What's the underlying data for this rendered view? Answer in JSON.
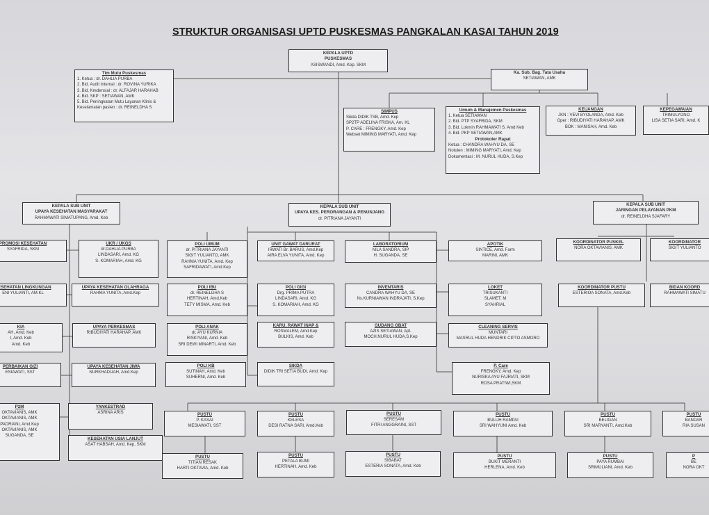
{
  "title": "STRUKTUR ORGANISASI UPTD PUSKESMAS PANGKALAN KASAI TAHUN 2019",
  "kepala": {
    "line1": "KEPALA UPTD",
    "line2": "PUSKESMAS",
    "name": "ASISWANDI, Amd. Kep. SKM"
  },
  "tim_mutu": {
    "header": "Tim Mutu Puskesmas",
    "rows": [
      "1. Ketua          : dr. DAHLIA PURBA",
      "2. Bid. Audit Internal : dr. ROVINA YURIKA",
      "3. Bid. Kredensial    : dr. ALFAJAR HARAHAB",
      "4. Bid. SKP        : SETIAWAN, AMK",
      "5. Bid. Peningkatan Mutu Layanan Klinis &",
      "Keselamatan pasien : dr. REINELDHA S"
    ]
  },
  "tata_usaha": {
    "header": "Ka. Sub. Bag. Tata Usaha",
    "name": "SETIAWAN, AMK"
  },
  "simpus": {
    "header": "SIMPUS",
    "rows": [
      "Sikda      DIDIK TSB, Amd. Kep",
      "SP2TP      ADELINA FRISKA, Am. KL",
      "P. CARE : FRENGKY, Amd. Kep",
      "Webset    MIMING MARYATI, Amd. Kep"
    ]
  },
  "umum": {
    "header": "Umum & Manajemen Puskesmas",
    "rows": [
      "1. Ketua       SETIAWAN",
      "2. Bid. PTP     SYAFRIDA, SKM",
      "3. Bid. Lokmin   RAHMAWATI S. Amd Keb",
      "4. Bid. PKP     SETIAWAN,AMK"
    ],
    "sub": "Protokoler Rapat",
    "rows2": [
      "Ketua : CHANDRA WAHYU DA, SE",
      "Notulen : MIMING MARYATI, Amd. Kep",
      "Dokumentasi : M. NURUL HUDA, S.Kep"
    ]
  },
  "keuangan": {
    "header": "KEUANGAN",
    "rows": [
      "JKN : VEVI BYOLANDA, Amd. Keb",
      "Oper : RIBUDIYATI HARAHAP, AMK",
      "BOK : MANISAH, Amd. Keb"
    ]
  },
  "kepegawaian": {
    "header": "KEPEGAWAIAN",
    "rows": [
      "TRIMULYONO",
      "LISA SETIA SARI, Amd. K"
    ]
  },
  "ukm": {
    "header": "KEPALA SUB UNIT",
    "header2": "UPAYA KESEHATAN MASYARAKAT",
    "name": "RAHMAWATI SIMATUPANG, Amd. Keb"
  },
  "ukp": {
    "header": "KEPALA SUB UNIT",
    "header2": "UPAYA KES. PERORANGAN & PENUNJANG",
    "name": "dr. PITRIANA JAYANTI"
  },
  "jaringan": {
    "header": "KEPALA SUB UNIT",
    "header2": "JARINGAN PELAYANAN PKM",
    "name": "dr. REINELDHA SJAFARY"
  },
  "left_col": [
    {
      "h": "PROMOSI KESEHATAN",
      "rows": [
        "SYAFRIDA, SKM"
      ]
    },
    {
      "h": "KESEHATAN LINGKUNGAN",
      "rows": [
        "ENI YULIANTI, AM.KL"
      ]
    },
    {
      "h": "KIA",
      "rows": [
        "AH, Amd. Keb",
        "I, Amd. Keb",
        "Amd. Keb"
      ]
    },
    {
      "h": "PERBAIKAN GIZI",
      "rows": [
        "ESIAWATI, SST"
      ]
    },
    {
      "h": "P2M",
      "rows": [
        "OKTAVIANIS, AMK",
        "OKTAVIANIS, AMK",
        "PADRIANI, Amd.Kep",
        "OKTAVIANIS, AMK",
        "SUGANDA, SE"
      ]
    }
  ],
  "ukm_col": [
    {
      "h": "UKR / UKGS",
      "rows": [
        "dr.DAHLIA PURBA",
        "LINDASARI, Amd. KG",
        "S. KOMARIAH, Amd. KG"
      ]
    },
    {
      "h": "UPAYA KESEHATAN OLAHRAGA",
      "rows": [
        "RAHMA YUNITA ,Amd.Kep"
      ]
    },
    {
      "h": "UPAYA PERKESMAS",
      "rows": [
        "RIBUDIYATI HARAHAP, AMK"
      ]
    },
    {
      "h": "UPAYA KESEHATAN JIWA",
      "rows": [
        "NURKHADIJAH, Amd.Kep"
      ]
    },
    {
      "h": "YANKESTRAD",
      "rows": [
        "ASRINA ARIS"
      ]
    },
    {
      "h": "KESEHATAN USIA LANJUT",
      "rows": [
        "ASAT HABSAH, Amd. Kep, SKM"
      ]
    }
  ],
  "poli_col": [
    {
      "h": "POLI UMUM",
      "rows": [
        "dr. PITRIANA JAYANTI",
        "SIGIT YULIANTO, AMK",
        "RAHMA YUNITA, Amd. Kep",
        "SAFRIDAWATI, Amd.Kep"
      ]
    },
    {
      "h": "POLI IBU",
      "rows": [
        "dr. REINELDHA S",
        "HERTINAH, Amd.Keb",
        "TETY MISMA, Amd. Keb"
      ]
    },
    {
      "h": "POLI ANAK",
      "rows": [
        "dr. AYU KURNIA",
        "RISKIYANI, Amd. Keb",
        "SRI DEWI MINARTI, Amd. Keb"
      ]
    },
    {
      "h": "POLI KB",
      "rows": [
        "SUTINAH, Amd. Keb",
        "SUHERNI, Amd. Keb"
      ]
    }
  ],
  "ugd_col": [
    {
      "h": "UNIT GAWAT DARURAT",
      "rows": [
        "IRWATI Br. BARUS, Amd.Kep",
        "AIRA ELVA YUNITA, Amd. Kep"
      ]
    },
    {
      "h": "POLI GIGI",
      "rows": [
        "Drg. PRIMA PUTRA",
        "LINDASARI, Amd. KG",
        "S. KOMARIAH, Amd. KG"
      ]
    },
    {
      "h": "KARU. RAWAT INAP &",
      "rows": [
        "ROSMALEM, Amd.Kep",
        "BULKIS, Amd. Keb"
      ]
    },
    {
      "h": "SIKDA",
      "rows": [
        "DIDIK TRI SETIA BUDI, Amd. Kep"
      ]
    }
  ],
  "lab_col": [
    {
      "h": "LABORATORIUM",
      "rows": [
        "NILA SANDRA, SIP",
        "H. SUGANDA, SE"
      ]
    },
    {
      "h": "INVENTARIS",
      "rows": [
        "CANDRA WAHYU DA, SE",
        "Ns.KURNIAWAN INDRAJATI, S.Kep"
      ]
    },
    {
      "h": "GUDANG OBAT",
      "rows": [
        "AZIS SETIAWAN, Apt.",
        "MOCH.NURUL HUDA,S.Kep"
      ]
    }
  ],
  "apotik_col": [
    {
      "h": "APOTIK",
      "rows": [
        "SINTICE, Amd. Farm",
        "MARINI, AMK"
      ]
    },
    {
      "h": "LOKET",
      "rows": [
        "TRISUKANTI",
        "SLAMET. M",
        "SYAHRIAL"
      ]
    },
    {
      "h": "CLEANING SERVIS",
      "rows": [
        "MUNTARI",
        "MASRUL HUDA HENDRIK CIPTO ASMORO"
      ]
    },
    {
      "h": "P. Care",
      "rows": [
        "FRENGKY, Amd. Kep",
        "NURISKA AYU FAJRIATI, SKM",
        "ROSA PRATIWI,SKM"
      ]
    }
  ],
  "koord": [
    {
      "h": "KOORDINATOR PUSKEL",
      "rows": [
        "NORA OKTAVIANIS, AMK"
      ]
    },
    {
      "h": "KOORDINATOR",
      "rows": [
        "SIGIT YULIANTO"
      ]
    },
    {
      "h": "KOORDINATOR PUSTU",
      "rows": [
        "ESTERIOA SONATA, Amd.Keb"
      ]
    },
    {
      "h": "BIDAN KOORD",
      "rows": [
        "RAHMAWATI SIMATU"
      ]
    }
  ],
  "pustu_row1": [
    {
      "h": "PUSTU",
      "rows": [
        "P. KASAI",
        "MESIAWATI, SST"
      ]
    },
    {
      "h": "PUSTU",
      "rows": [
        "KELESA",
        "DESI RATNA SARI, Amd.Keb"
      ]
    },
    {
      "h": "PUSTU",
      "rows": [
        "SERESAM",
        "FITRI ANGGRAINI, SST"
      ]
    },
    {
      "h": "PUSTU",
      "rows": [
        "BULUH RAMPAI",
        "SRI WAHYUNI Amd. Keb"
      ]
    },
    {
      "h": "PUSTU",
      "rows": [
        "BELIGAN",
        "SRI MARYANTI, Amd.Keb"
      ]
    },
    {
      "h": "PUSTU",
      "rows": [
        "BANDAR",
        "RIA SUSAN"
      ]
    }
  ],
  "pustu_row2": [
    {
      "h": "PUSTU",
      "rows": [
        "TITIAN RESAK",
        "HARTI OKTAVIA, Amd. Keb"
      ]
    },
    {
      "h": "PUSTU",
      "rows": [
        "PETALA BUMI",
        "HERTINAH, Amd. Keb"
      ]
    },
    {
      "h": "PUSTU",
      "rows": [
        "SIBABAT",
        "ESTERIA SONATA, Amd. Keb"
      ]
    },
    {
      "h": "PUSTU",
      "rows": [
        "BUKIT MERANTI",
        "HERLENA, Amd. Keb"
      ]
    },
    {
      "h": "PUSTU",
      "rows": [
        "PAYA RUMBAI",
        "SRIMULIANI, Amd. Keb"
      ]
    },
    {
      "h": "P",
      "rows": [
        "BE",
        "NORA OKT"
      ]
    }
  ]
}
